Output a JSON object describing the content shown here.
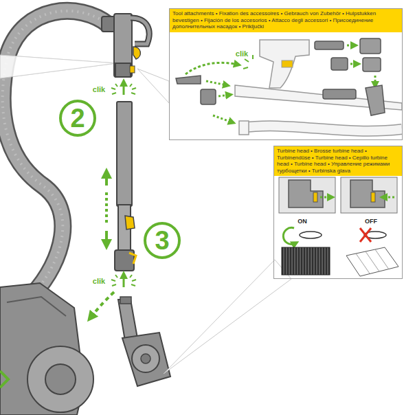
{
  "diagram": {
    "nodes": [
      {
        "text": [
          "Tool attachments • Fixation des accessoires • Gebrauch von Zubehör • Hulpstukken bevestigen • Fijación de los accesorios • Attacco degli accessori • Присоединение дополнительных насадок • Priključki"
        ]
      },
      {
        "text": [
          "2"
        ]
      },
      {
        "text": [
          "Turbine head • Brosse turbine head • Turbinendüse • Turbine head • Cepillo turbine head • Turbine head • Управление режимами турбощетки • Turbinska glava"
        ]
      },
      {
        "text": [
          "3"
        ]
      }
    ],
    "labels": [
      "clik",
      "clik",
      "ON",
      "OFF",
      "clik"
    ]
  }
}
